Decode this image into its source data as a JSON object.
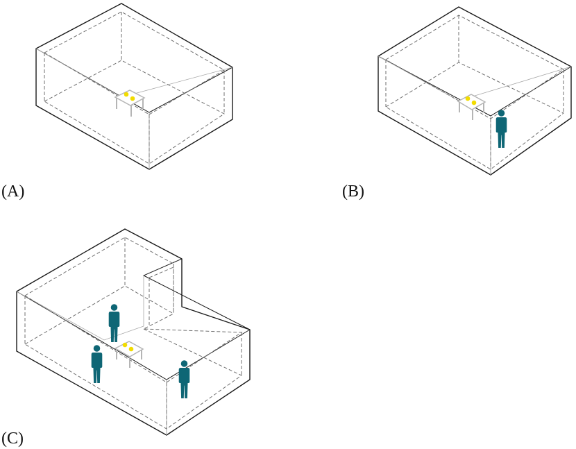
{
  "panels": [
    {
      "id": "A",
      "label": "(A)",
      "person_count": 0
    },
    {
      "id": "B",
      "label": "(B)",
      "person_count": 1
    },
    {
      "id": "C",
      "label": "(C)",
      "person_count": 3
    }
  ],
  "colors": {
    "outline": "#1a1a1a",
    "inner_dashed": "#6f6f6f",
    "thin_edge": "#a8a8a8",
    "table": "#b5b5b5",
    "table_top": "#ffffff",
    "light": "#f2dc00",
    "person": "#0e6675"
  },
  "icons": [
    "table-icon",
    "light-dot-icon",
    "person-icon"
  ]
}
